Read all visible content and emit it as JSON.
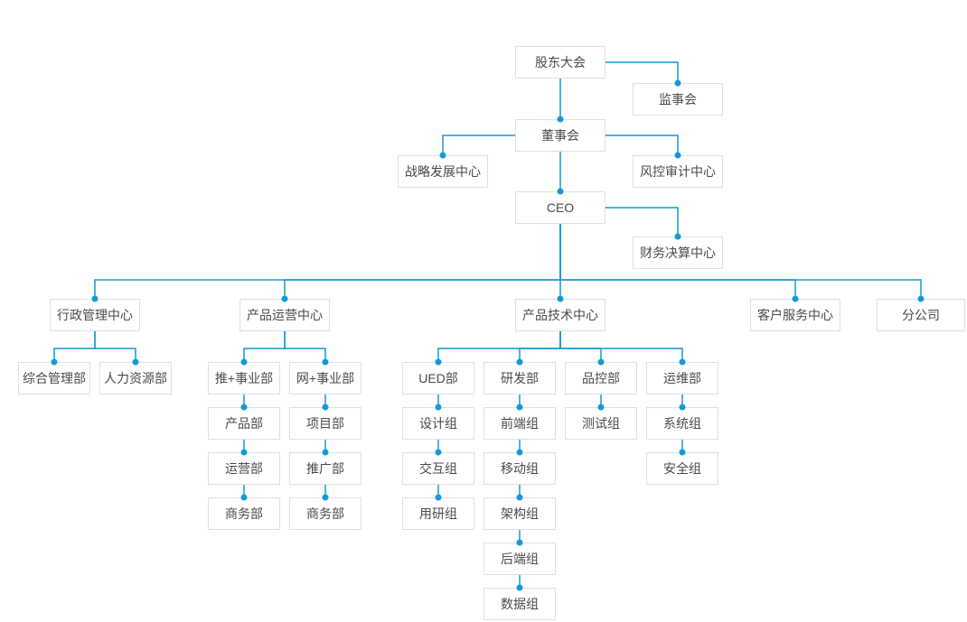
{
  "chart_title": "",
  "colors": {
    "line": "#149ad2",
    "dot": "#149ad2",
    "node_border": "#dde0e3",
    "node_background": "#ffffff",
    "node_text": "#4a4a4a"
  },
  "nodes": [
    {
      "id": "gudong",
      "label": "股东大会"
    },
    {
      "id": "jianshi",
      "label": "监事会"
    },
    {
      "id": "dongshi",
      "label": "董事会"
    },
    {
      "id": "zhanlue",
      "label": "战略发展中心"
    },
    {
      "id": "fengkong",
      "label": "风控审计中心"
    },
    {
      "id": "ceo",
      "label": "CEO"
    },
    {
      "id": "caiwu",
      "label": "财务决算中心"
    },
    {
      "id": "xingzheng",
      "label": "行政管理中心"
    },
    {
      "id": "yunyingzx",
      "label": "产品运营中心"
    },
    {
      "id": "jishu",
      "label": "产品技术中心"
    },
    {
      "id": "kefu",
      "label": "客户服务中心"
    },
    {
      "id": "fengongsi",
      "label": "分公司"
    },
    {
      "id": "zonghe",
      "label": "综合管理部"
    },
    {
      "id": "renli",
      "label": "人力资源部"
    },
    {
      "id": "tui",
      "label": "推+事业部"
    },
    {
      "id": "wang",
      "label": "网+事业部"
    },
    {
      "id": "chanpinbu",
      "label": "产品部"
    },
    {
      "id": "yunyingbu",
      "label": "运营部"
    },
    {
      "id": "shangwu1",
      "label": "商务部"
    },
    {
      "id": "xiangmubu",
      "label": "项目部"
    },
    {
      "id": "tuiguangbu",
      "label": "推广部"
    },
    {
      "id": "shangwu2",
      "label": "商务部"
    },
    {
      "id": "ued",
      "label": "UED部"
    },
    {
      "id": "yanfa",
      "label": "研发部"
    },
    {
      "id": "pinkong",
      "label": "品控部"
    },
    {
      "id": "yunwei",
      "label": "运维部"
    },
    {
      "id": "sheji",
      "label": "设计组"
    },
    {
      "id": "jiaohu",
      "label": "交互组"
    },
    {
      "id": "yongyan",
      "label": "用研组"
    },
    {
      "id": "qianduan",
      "label": "前端组"
    },
    {
      "id": "yidong",
      "label": "移动组"
    },
    {
      "id": "jiagou",
      "label": "架构组"
    },
    {
      "id": "houduan",
      "label": "后端组"
    },
    {
      "id": "shuju",
      "label": "数据组"
    },
    {
      "id": "ceshi",
      "label": "测试组"
    },
    {
      "id": "xitong",
      "label": "系统组"
    },
    {
      "id": "anquan",
      "label": "安全组"
    }
  ],
  "edges": [
    {
      "from": "gudong",
      "to": "jianshi"
    },
    {
      "from": "gudong",
      "to": "dongshi"
    },
    {
      "from": "dongshi",
      "to": "zhanlue"
    },
    {
      "from": "dongshi",
      "to": "fengkong"
    },
    {
      "from": "dongshi",
      "to": "ceo"
    },
    {
      "from": "ceo",
      "to": "caiwu"
    },
    {
      "from": "ceo",
      "to": "xingzheng"
    },
    {
      "from": "ceo",
      "to": "yunyingzx"
    },
    {
      "from": "ceo",
      "to": "jishu"
    },
    {
      "from": "ceo",
      "to": "kefu"
    },
    {
      "from": "ceo",
      "to": "fengongsi"
    },
    {
      "from": "xingzheng",
      "to": "zonghe"
    },
    {
      "from": "xingzheng",
      "to": "renli"
    },
    {
      "from": "yunyingzx",
      "to": "tui"
    },
    {
      "from": "yunyingzx",
      "to": "wang"
    },
    {
      "from": "jishu",
      "to": "ued"
    },
    {
      "from": "jishu",
      "to": "yanfa"
    },
    {
      "from": "jishu",
      "to": "pinkong"
    },
    {
      "from": "jishu",
      "to": "yunwei"
    },
    {
      "from": "tui",
      "to": "chanpinbu"
    },
    {
      "from": "chanpinbu",
      "to": "yunyingbu"
    },
    {
      "from": "yunyingbu",
      "to": "shangwu1"
    },
    {
      "from": "wang",
      "to": "xiangmubu"
    },
    {
      "from": "xiangmubu",
      "to": "tuiguangbu"
    },
    {
      "from": "tuiguangbu",
      "to": "shangwu2"
    },
    {
      "from": "ued",
      "to": "sheji"
    },
    {
      "from": "sheji",
      "to": "jiaohu"
    },
    {
      "from": "jiaohu",
      "to": "yongyan"
    },
    {
      "from": "yanfa",
      "to": "qianduan"
    },
    {
      "from": "qianduan",
      "to": "yidong"
    },
    {
      "from": "yidong",
      "to": "jiagou"
    },
    {
      "from": "jiagou",
      "to": "houduan"
    },
    {
      "from": "houduan",
      "to": "shuju"
    },
    {
      "from": "pinkong",
      "to": "ceshi"
    },
    {
      "from": "yunwei",
      "to": "xitong"
    },
    {
      "from": "xitong",
      "to": "anquan"
    }
  ]
}
